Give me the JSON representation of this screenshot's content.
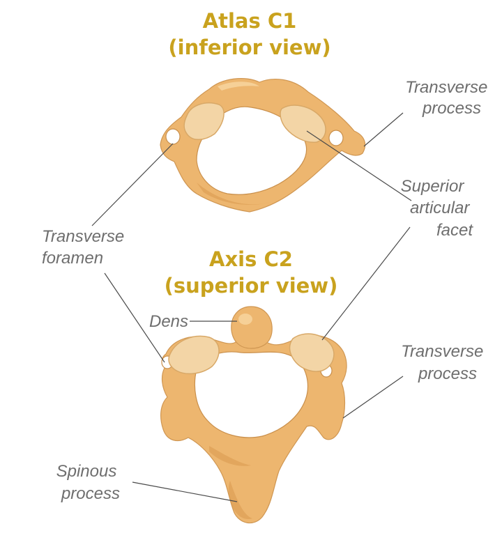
{
  "atlas": {
    "title_line1": "Atlas C1",
    "title_line2": "(inferior view)"
  },
  "axis": {
    "title_line1": "Axis C2",
    "title_line2": "(superior view)"
  },
  "labels": {
    "transverse_process_top": [
      "Transverse",
      "process"
    ],
    "superior_articular_facet": [
      "Superior",
      "articular",
      "facet"
    ],
    "transverse_foramen": [
      "Transverse",
      "foramen"
    ],
    "dens": "Dens",
    "transverse_process_bottom": [
      "Transverse",
      "process"
    ],
    "spinous_process": [
      "Spinous",
      "process"
    ]
  },
  "colors": {
    "title": "#c9a21e",
    "label": "#6e6e6e",
    "bone": "#edb66f",
    "facet": "#f3d5a6"
  }
}
